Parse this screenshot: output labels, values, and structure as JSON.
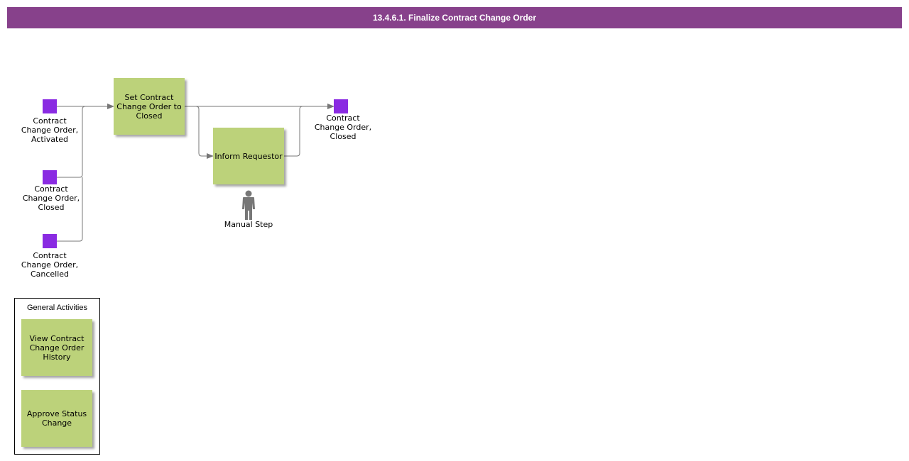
{
  "header": {
    "title": "13.4.6.1. Finalize Contract Change Order"
  },
  "events": {
    "start_activated": "Contract Change Order, Activated",
    "start_closed": "Contract Change Order, Closed",
    "start_cancelled": "Contract Change Order, Cancelled",
    "end_closed": "Contract Change Order, Closed"
  },
  "tasks": {
    "set_closed": "Set Contract Change Order to Closed",
    "inform_requestor": "Inform Requestor"
  },
  "manual_step": {
    "label": "Manual Step",
    "icon": "person-icon"
  },
  "legend": {
    "title": "General Activities",
    "items": [
      "View Contract Change Order History",
      "Approve Status Change"
    ]
  },
  "colors": {
    "title_bar": "#87418b",
    "event": "#8a2be2",
    "task": "#bcd27a",
    "connector": "#777777"
  }
}
